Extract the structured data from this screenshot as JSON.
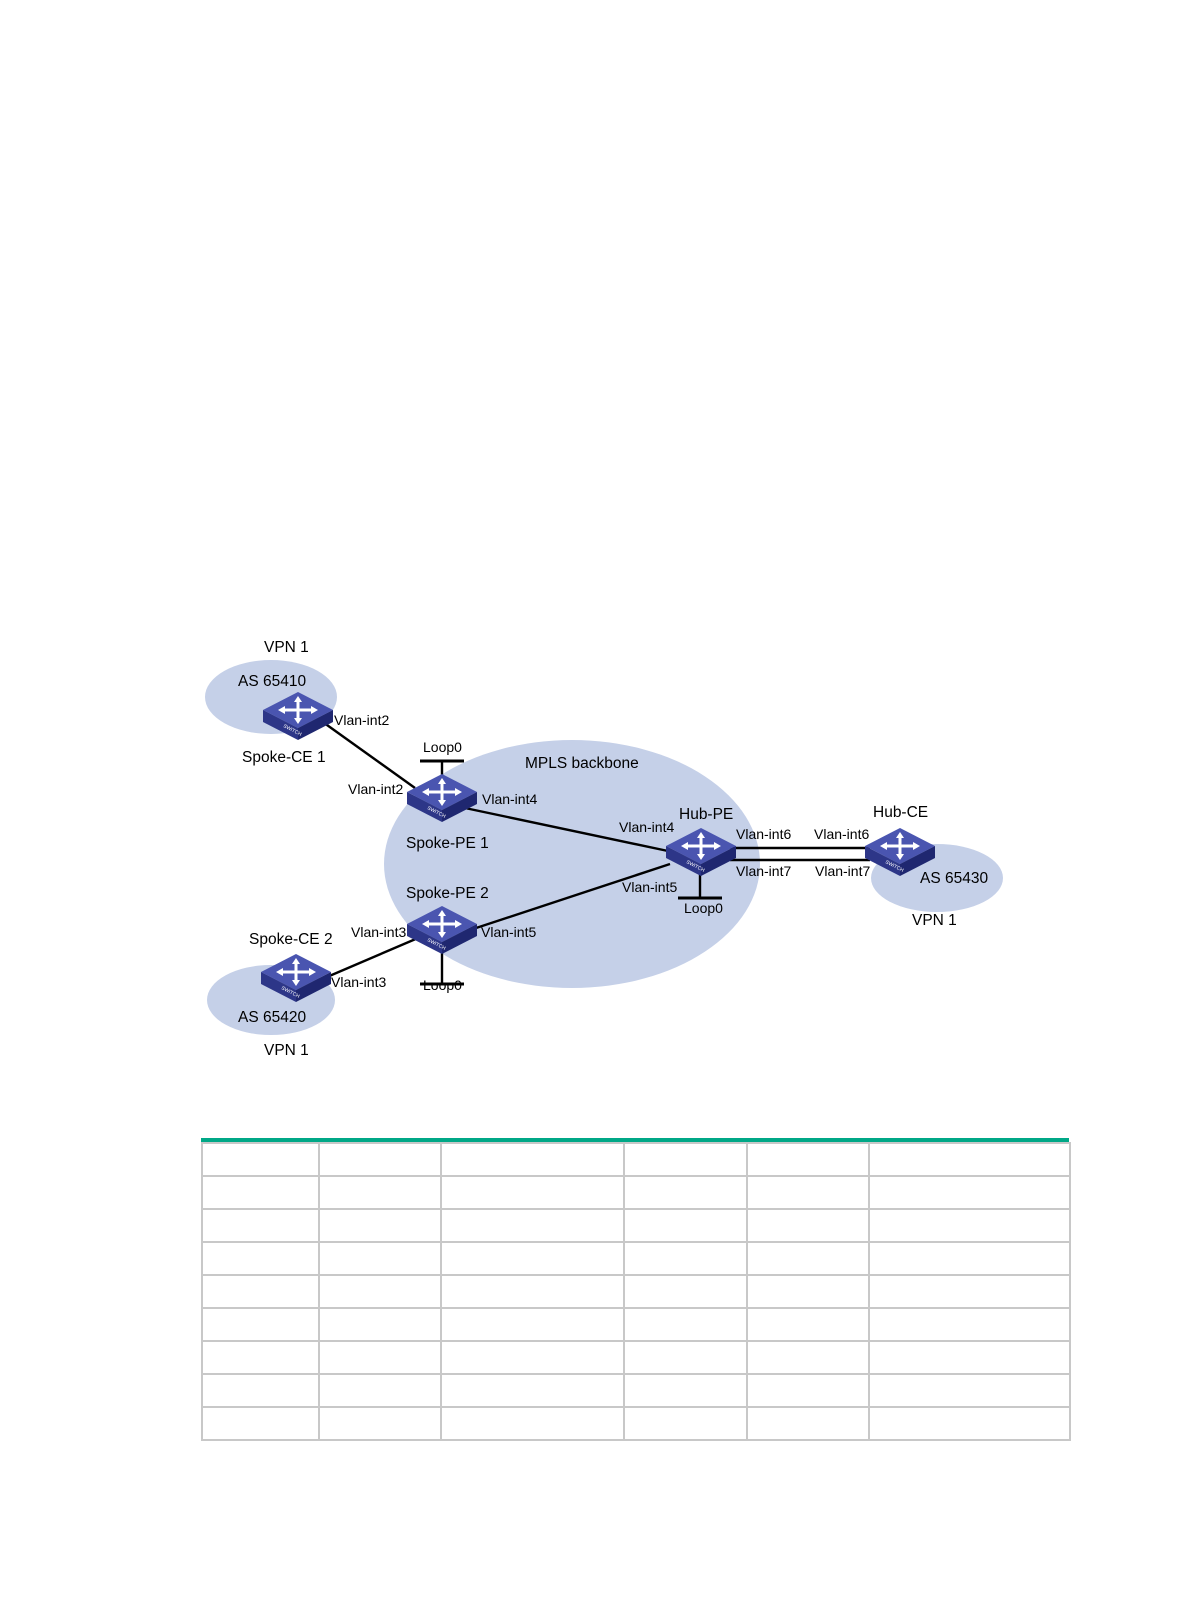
{
  "diagram": {
    "regions": {
      "mpls": "MPLS backbone"
    },
    "sites": {
      "site1": {
        "vpn": "VPN 1",
        "as": "AS 65410"
      },
      "site2": {
        "vpn": "VPN 1",
        "as": "AS 65420"
      },
      "site3": {
        "vpn": "VPN 1",
        "as": "AS 65430"
      }
    },
    "devices": {
      "spoke_ce1": "Spoke-CE 1",
      "spoke_ce2": "Spoke-CE 2",
      "spoke_pe1": "Spoke-PE 1",
      "spoke_pe2": "Spoke-PE 2",
      "hub_pe": "Hub-PE",
      "hub_ce": "Hub-CE"
    },
    "interfaces": {
      "ce1_vlan2": "Vlan-int2",
      "pe1_vlan2": "Vlan-int2",
      "pe1_vlan4": "Vlan-int4",
      "pe1_loop0": "Loop0",
      "hubpe_vlan4": "Vlan-int4",
      "hubpe_vlan5": "Vlan-int5",
      "hubpe_vlan6": "Vlan-int6",
      "hubpe_vlan7": "Vlan-int7",
      "hubpe_loop0": "Loop0",
      "hubce_vlan6": "Vlan-int6",
      "hubce_vlan7": "Vlan-int7",
      "pe2_vlan3": "Vlan-int3",
      "pe2_vlan5": "Vlan-int5",
      "pe2_loop0": "Loop0",
      "ce2_vlan3": "Vlan-int3"
    },
    "colors": {
      "region_fill": "#c5d0e8",
      "switch_top": "#4a55b0",
      "switch_side": "#262f7a",
      "link": "#000000"
    }
  },
  "table": {
    "accent_color": "#00a887",
    "rows": 9,
    "cols": 6
  }
}
